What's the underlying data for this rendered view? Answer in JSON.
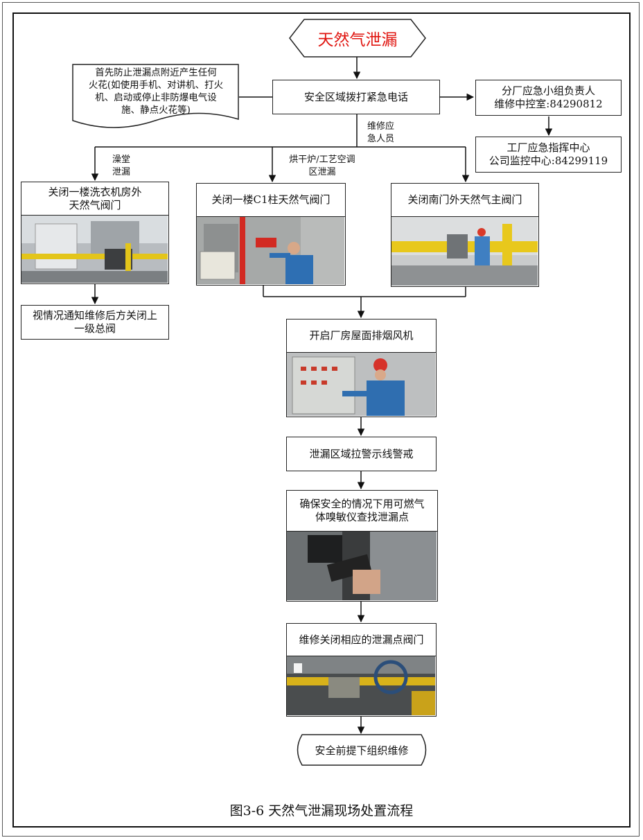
{
  "start": "天然气泄漏",
  "precaution": {
    "line1": "首先防止泄漏点附近产生任何",
    "line2": "火花(如使用手机、对讲机、打火",
    "line3": "机、启动或停止非防爆电气设",
    "line4": "施、静点火花等)"
  },
  "call": "安全区域拨打紧急电话",
  "branch_contact": {
    "line1": "分厂应急小组负责人",
    "line2": "维修中控室:84290812"
  },
  "hq_contact": {
    "line1": "工厂应急指挥中心",
    "line2": "公司监控中心:84299119"
  },
  "maintenance_label": {
    "line1": "维修应",
    "line2": "急人员"
  },
  "branches": [
    {
      "tag1": "澡堂",
      "tag2": "泄漏",
      "line1": "关闭一楼洗衣机房外",
      "line2": "天然气阀门"
    },
    {
      "tag1": "烘干炉/工艺空调",
      "tag2": "区泄漏",
      "line1": "关闭一楼C1柱天然气阀门",
      "line2": ""
    },
    {
      "line1": "关闭南门外天然气主阀门"
    }
  ],
  "notify": {
    "line1": "视情况通知维修后方关闭上",
    "line2": "一级总阀"
  },
  "fan": "开启厂房屋面排烟风机",
  "cordon": "泄漏区域拉警示线警戒",
  "detect": {
    "line1": "确保安全的情况下用可燃气",
    "line2": "体嗅敏仪查找泄漏点"
  },
  "close_valve": "维修关闭相应的泄漏点阀门",
  "end": "安全前提下组织维修",
  "caption": "图3-6 天然气泄漏现场处置流程",
  "colors": {
    "title_red": "#e0140f",
    "line": "#111111"
  },
  "photo_placeholders": [
    "laundry-valve-photo",
    "c1-valve-photo",
    "main-valve-photo",
    "fan-panel-photo",
    "gas-detector-photo",
    "leak-valve-photo"
  ]
}
